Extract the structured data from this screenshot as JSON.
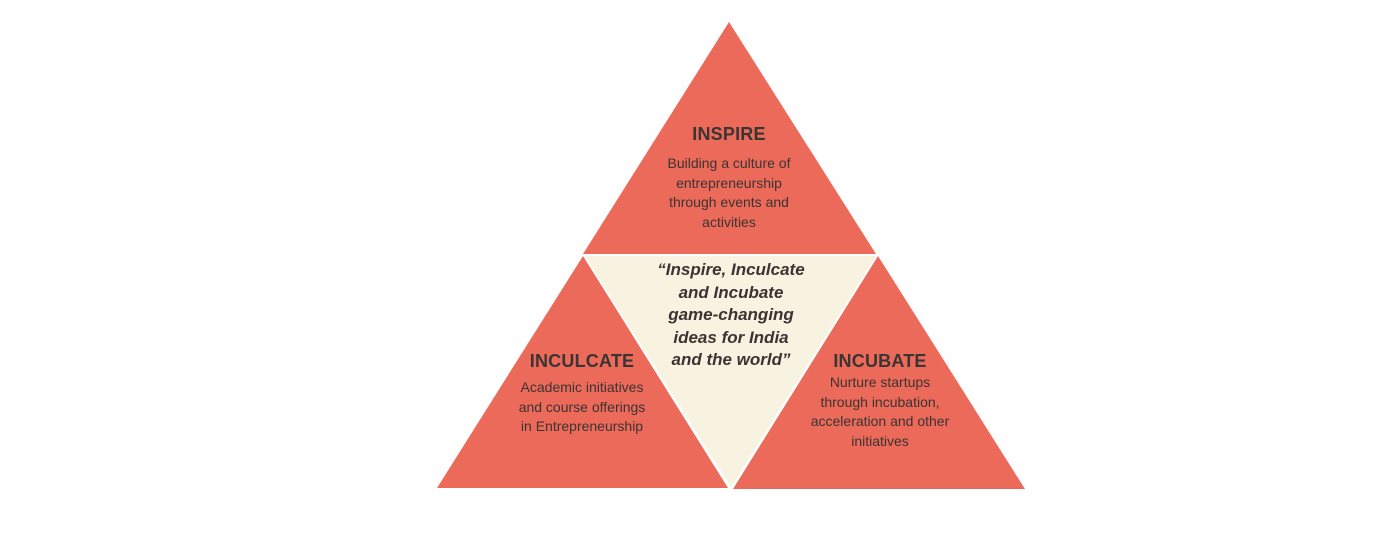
{
  "colors": {
    "triangle_fill": "#ec6a5a",
    "center_fill": "#f8f2e1",
    "text": "#3a3433"
  },
  "inspire": {
    "title": "INSPIRE",
    "line1": "Building a culture of",
    "line2": "entrepreneurship",
    "line3": "through events and",
    "line4": "activities"
  },
  "inculcate": {
    "title": "INCULCATE",
    "line1": "Academic initiatives",
    "line2": "and course offerings",
    "line3": "in Entrepreneurship"
  },
  "incubate": {
    "title": "INCUBATE",
    "line1": "Nurture startups",
    "line2": "through incubation,",
    "line3": "acceleration and other",
    "line4": "initiatives"
  },
  "motto": {
    "line1": "“Inspire, Inculcate",
    "line2": "and Incubate",
    "line3": "game-changing",
    "line4": "ideas for India",
    "line5": "and the world”"
  }
}
